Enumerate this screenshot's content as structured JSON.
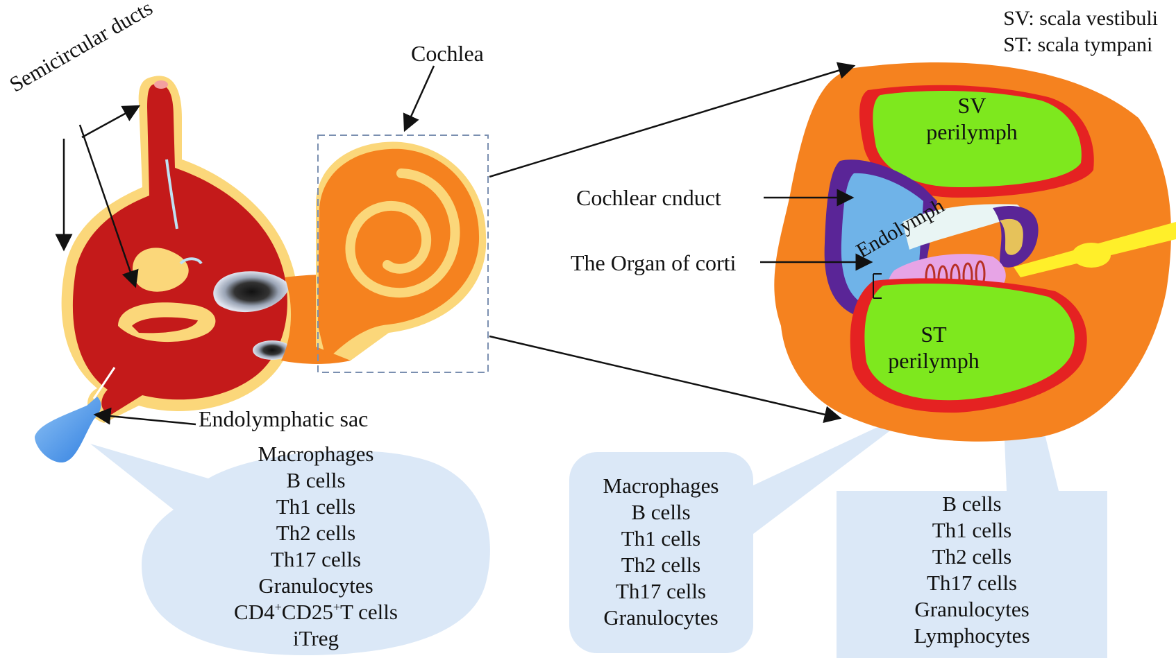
{
  "legend": {
    "sv": "SV: scala vestibuli",
    "st": "ST: scala tympani"
  },
  "labels": {
    "semicircular_ducts": "Semicircular ducts",
    "cochlea": "Cochlea",
    "endolymphatic_sac": "Endolymphatic sac",
    "cochlear_duct": "Cochlear cnduct",
    "organ_of_corti": "The Organ of corti",
    "endolymph": "Endolymph",
    "sv_line1": "SV",
    "sv_line2": "perilymph",
    "st_line1": "ST",
    "st_line2": "perilymph"
  },
  "lists": {
    "endolymphatic_sac": [
      "Macrophages",
      "B cells",
      "Th1 cells",
      "Th2 cells",
      "Th17 cells",
      "Granulocytes",
      "CD4+CD25+T cells",
      "iTreg"
    ],
    "st_perilymph": [
      "Macrophages",
      "B cells",
      "Th1 cells",
      "Th2 cells",
      "Th17 cells",
      "Granulocytes"
    ],
    "organ_region": [
      "B cells",
      "Th1 cells",
      "Th2 cells",
      "Th17 cells",
      "Granulocytes",
      "Lymphocytes"
    ]
  },
  "colors": {
    "red": "#c41a1a",
    "orange": "#f5821f",
    "yellow_border": "#fbd77a",
    "green": "#7ee81e",
    "light_blue": "#dbe8f7",
    "cochlear_blue": "#6fb3e8",
    "purple": "#5a2597"
  }
}
